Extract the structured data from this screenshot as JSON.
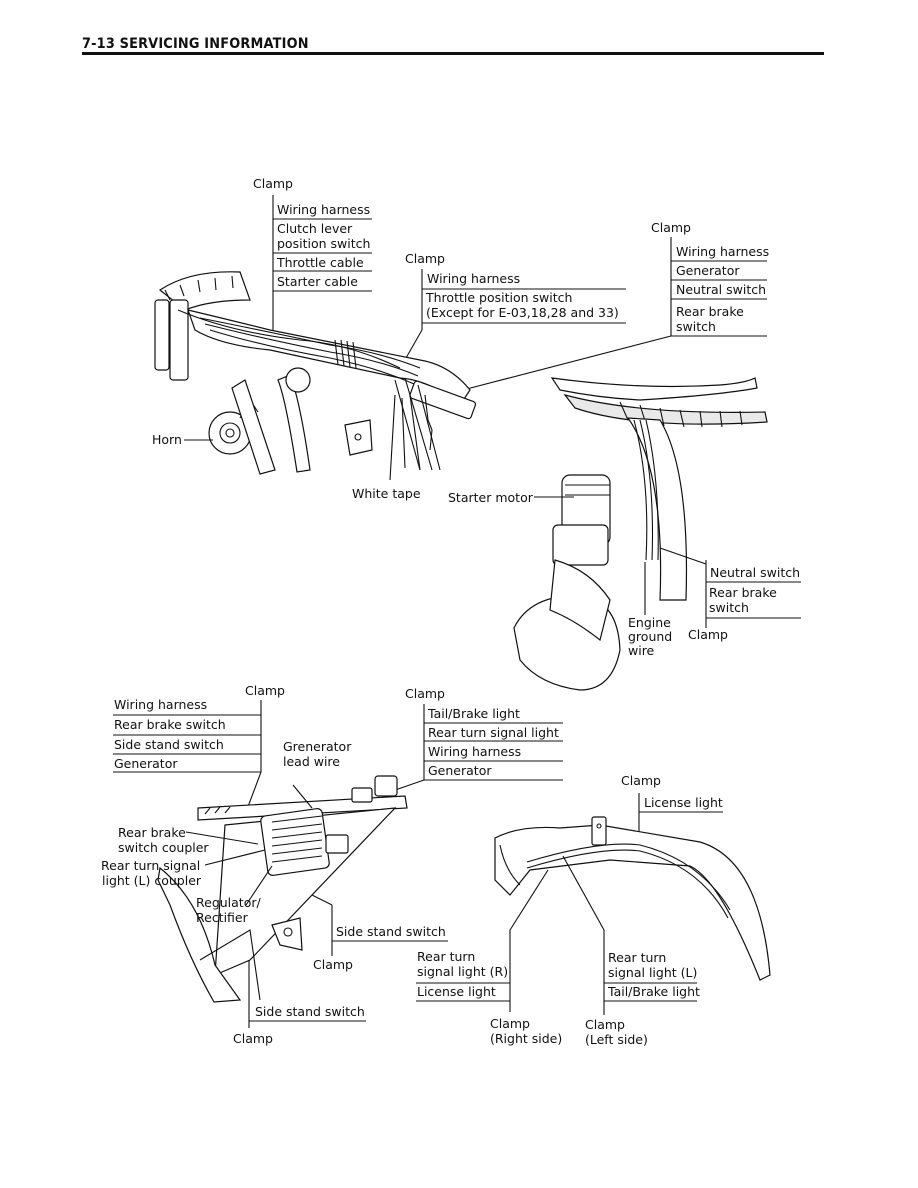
{
  "header": {
    "title": "7-13 SERVICING INFORMATION"
  },
  "fig1": {
    "clamp_a": "Clamp",
    "group_a": [
      "Wiring harness",
      "Clutch lever",
      "position switch",
      "Throttle cable",
      "Starter cable"
    ],
    "clamp_b": "Clamp",
    "group_b": [
      "Wiring harness",
      "Throttle position switch",
      "(Except for E-03,18,28 and 33)"
    ],
    "clamp_c": "Clamp",
    "group_c": [
      "Wiring harness",
      "Generator",
      "Neutral switch",
      "Rear brake",
      "switch"
    ],
    "horn": "Horn",
    "white_tape": "White tape",
    "starter_motor": "Starter motor",
    "neutral_switch": "Neutral switch",
    "rear_brake_switch": [
      "Rear brake",
      "switch"
    ],
    "engine_ground": [
      "Engine",
      "ground",
      "wire"
    ],
    "clamp_d": "Clamp"
  },
  "fig2": {
    "clamp_e": "Clamp",
    "group_e": [
      "Wiring harness",
      "Rear brake switch",
      "Side stand switch",
      "Generator"
    ],
    "generator_lead": [
      "Grenerator",
      "lead wire"
    ],
    "clamp_f": "Clamp",
    "group_f": [
      "Tail/Brake light",
      "Rear turn signal light",
      "Wiring harness",
      "Generator"
    ],
    "rear_brake_coupler": [
      "Rear brake",
      "switch coupler"
    ],
    "rear_turn_coupler": [
      "Rear turn signal",
      "light (L) coupler"
    ],
    "regulator": [
      "Regulator/",
      "Rectifier"
    ],
    "side_stand_switch_1": "Side stand switch",
    "clamp_g": "Clamp",
    "side_stand_switch_2": "Side stand switch",
    "clamp_h": "Clamp"
  },
  "fig3": {
    "clamp_i": "Clamp",
    "license_light_top": "License light",
    "rear_turn_r": [
      "Rear turn",
      "signal light (R)"
    ],
    "license_light": "License light",
    "rear_turn_l": [
      "Rear turn",
      "signal light (L)"
    ],
    "tail_brake": "Tail/Brake light",
    "clamp_right": [
      "Clamp",
      "(Right side)"
    ],
    "clamp_left": [
      "Clamp",
      "(Left side)"
    ]
  }
}
